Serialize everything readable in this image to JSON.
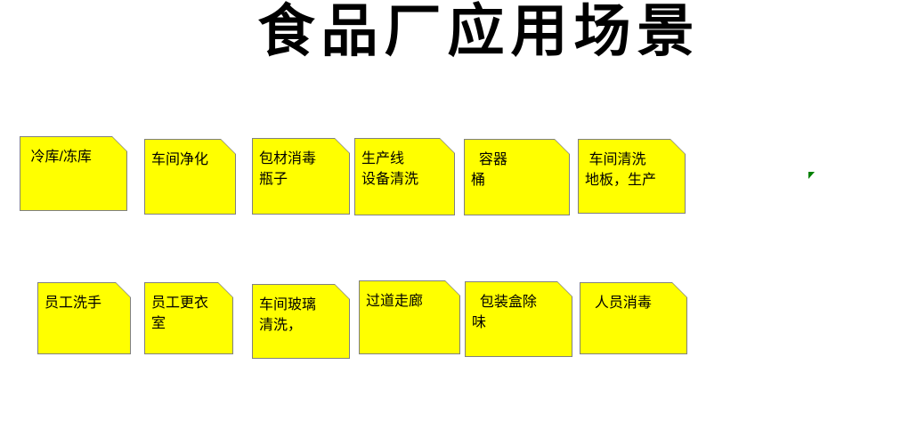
{
  "title": "食品厂应用场景",
  "colors": {
    "note_fill": "#FFFF00",
    "note_border": "#808080",
    "note_shadow": "#A8A8A8",
    "marker_green": "#008000",
    "text": "#000000",
    "background": "#FFFFFF"
  },
  "notes": [
    {
      "id": "cold-storage-freezer",
      "label": " 冷库/冻库"
    },
    {
      "id": "workshop-purification",
      "label": "车间净化"
    },
    {
      "id": "packaging-disinfection",
      "label": "包材消毒\n瓶子"
    },
    {
      "id": "production-line-cleaning",
      "label": "生产线\n设备清洗"
    },
    {
      "id": "container-barrel",
      "label": "  容器\n桶"
    },
    {
      "id": "workshop-floor-cleaning",
      "label": " 车间清洗\n地板，生产"
    },
    {
      "id": "employee-handwashing",
      "label": "员工洗手"
    },
    {
      "id": "employee-changing-room",
      "label": "员工更衣\n室"
    },
    {
      "id": "workshop-glass-cleaning",
      "label": "车间玻璃\n清洗，"
    },
    {
      "id": "corridor-passage",
      "label": "过道走廊"
    },
    {
      "id": "packaging-box-deodorize",
      "label": "  包装盒除\n味"
    },
    {
      "id": "personnel-disinfection",
      "label": "  人员消毒"
    }
  ],
  "marker": {
    "name": "green-triangle"
  }
}
